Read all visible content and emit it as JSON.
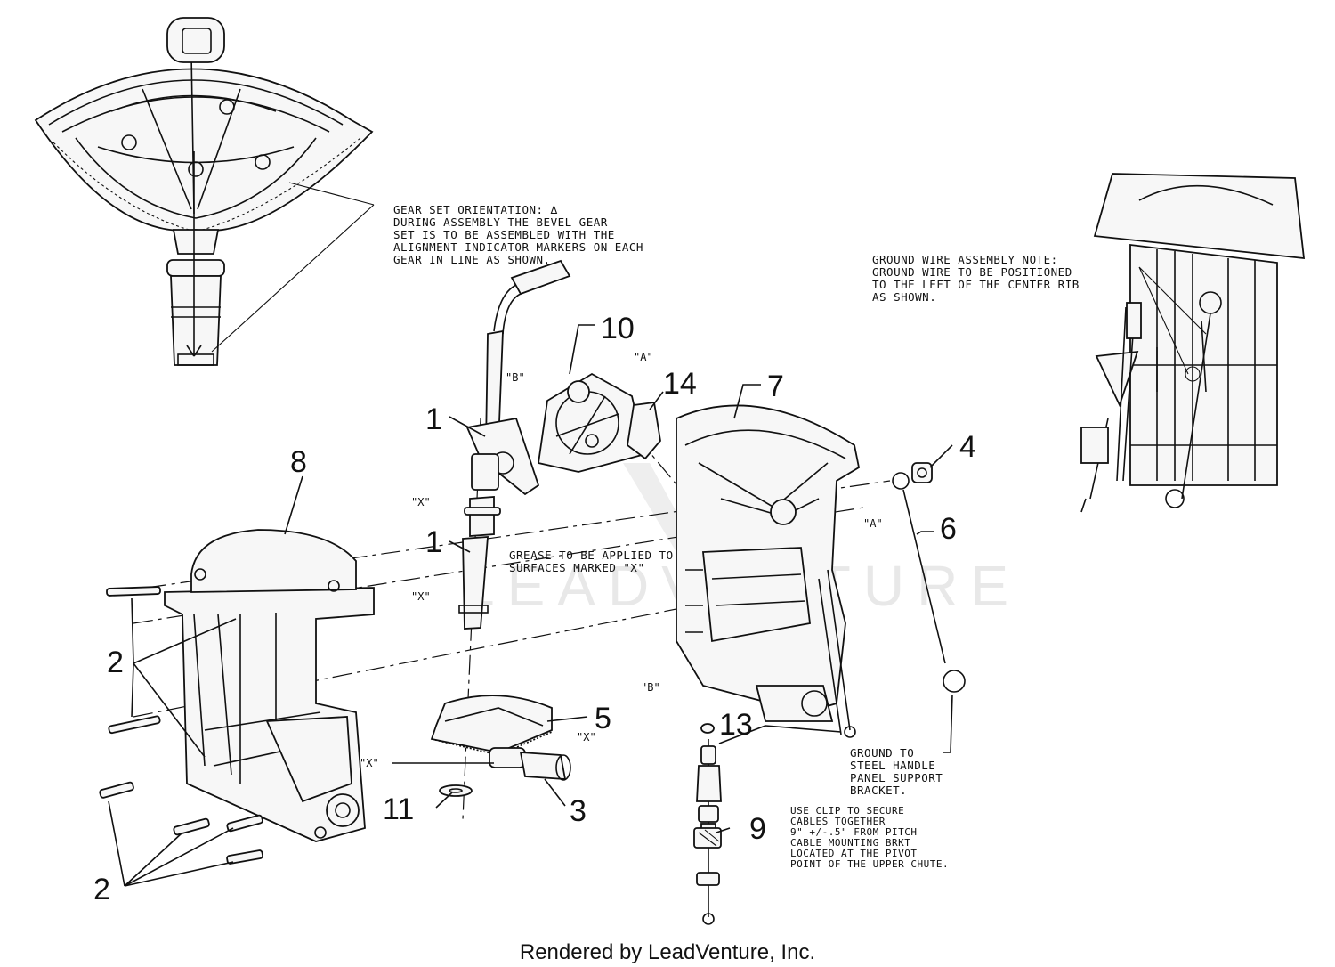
{
  "notes": {
    "gear_set": [
      "GEAR SET ORIENTATION: ∆",
      "DURING ASSEMBLY THE BEVEL GEAR",
      "SET IS TO BE ASSEMBLED WITH THE",
      "ALIGNMENT INDICATOR MARKERS ON EACH",
      "GEAR IN LINE AS SHOWN."
    ],
    "ground_wire": [
      "GROUND WIRE ASSEMBLY NOTE:",
      "GROUND WIRE TO BE POSITIONED",
      "TO THE LEFT OF THE CENTER RIB",
      "AS SHOWN."
    ],
    "grease": [
      "GREASE TO BE APPLIED TO",
      "SURFACES MARKED \"X\""
    ],
    "ground_to": [
      "GROUND TO",
      "STEEL HANDLE",
      "PANEL SUPPORT",
      "BRACKET."
    ],
    "clip": [
      "USE CLIP TO SECURE",
      "CABLES TOGETHER",
      "9\" +/-.5\" FROM PITCH",
      "CABLE MOUNTING BRKT",
      "LOCATED AT THE PIVOT",
      "POINT OF THE UPPER CHUTE."
    ]
  },
  "callouts": {
    "c1a": "1",
    "c1b": "1",
    "c2a": "2",
    "c2b": "2",
    "c3": "3",
    "c4": "4",
    "c5": "5",
    "c6": "6",
    "c7": "7",
    "c8": "8",
    "c9": "9",
    "c10": "10",
    "c11": "11",
    "c13": "13",
    "c14": "14"
  },
  "markers": {
    "b1": "\"B\"",
    "a1": "\"A\"",
    "x1": "\"X\"",
    "x2": "\"X\"",
    "x3": "\"X\"",
    "x4": "\"X\"",
    "a2": "\"A\"",
    "b2": "\"B\""
  },
  "watermark": "LEADVENTURE",
  "footer": "Rendered by LeadVenture, Inc."
}
